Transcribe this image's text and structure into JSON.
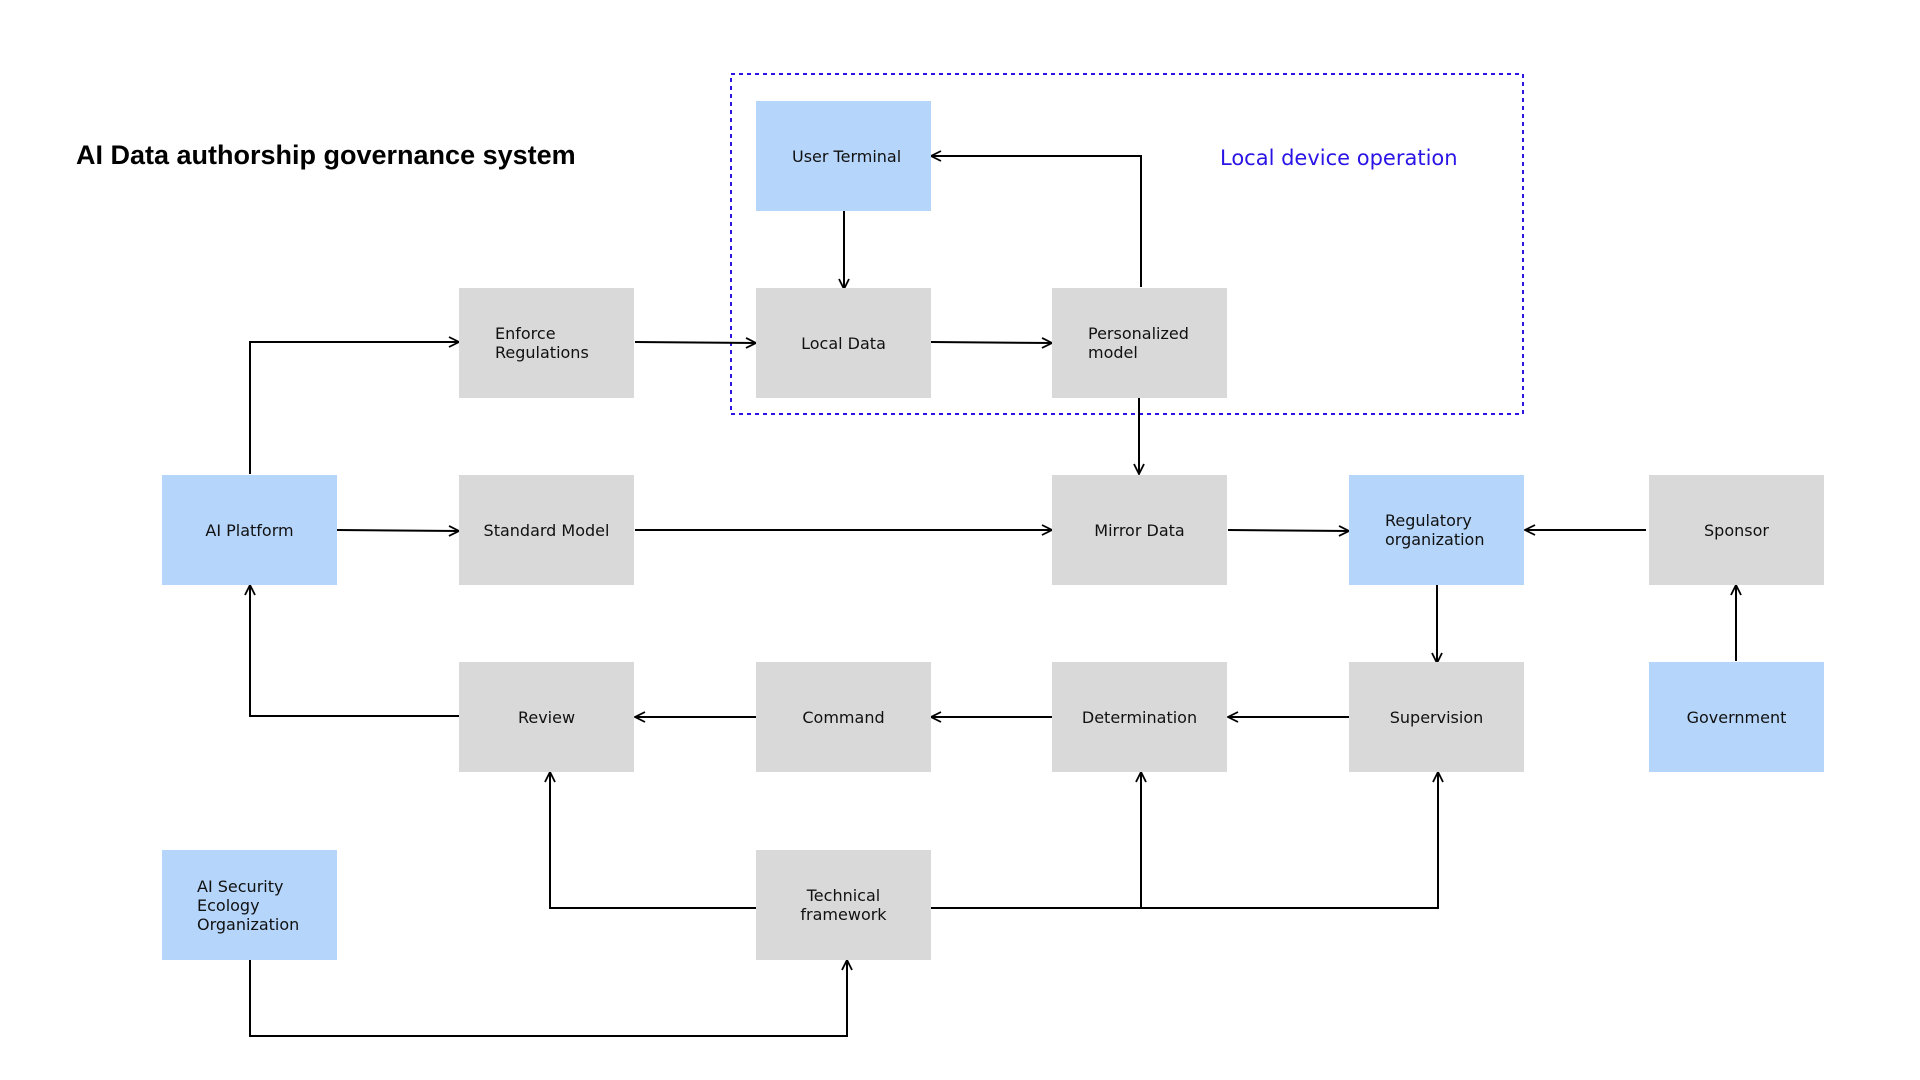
{
  "title": "AI Data authorship governance system",
  "region": {
    "label": "Local device operation",
    "color": "#2a14e6"
  },
  "colors": {
    "process_fill": "#d9d9d9",
    "entity_fill": "#b5d5fb",
    "line": "#000000"
  },
  "nodes": {
    "user_terminal": {
      "label": "User Terminal",
      "kind": "entity"
    },
    "local_data": {
      "label": "Local Data",
      "kind": "process"
    },
    "personalized_model": {
      "label": "Personalized\nmodel",
      "kind": "process"
    },
    "enforce_regulations": {
      "label": "Enforce\nRegulations",
      "kind": "process"
    },
    "ai_platform": {
      "label": "AI Platform",
      "kind": "entity"
    },
    "standard_model": {
      "label": "Standard Model",
      "kind": "process"
    },
    "mirror_data": {
      "label": "Mirror Data",
      "kind": "process"
    },
    "regulatory_organization": {
      "label": "Regulatory\norganization",
      "kind": "entity"
    },
    "sponsor": {
      "label": "Sponsor",
      "kind": "process"
    },
    "review": {
      "label": "Review",
      "kind": "process"
    },
    "command": {
      "label": "Command",
      "kind": "process"
    },
    "determination": {
      "label": "Determination",
      "kind": "process"
    },
    "supervision": {
      "label": "Supervision",
      "kind": "process"
    },
    "government": {
      "label": "Government",
      "kind": "entity"
    },
    "ai_security_ecology_organization": {
      "label": "AI Security\nEcology\nOrganization",
      "kind": "entity"
    },
    "technical_framework": {
      "label": "Technical\nframework",
      "kind": "process"
    }
  },
  "edges": [
    {
      "from": "user_terminal",
      "to": "local_data"
    },
    {
      "from": "personalized_model",
      "to": "user_terminal"
    },
    {
      "from": "local_data",
      "to": "personalized_model"
    },
    {
      "from": "enforce_regulations",
      "to": "local_data"
    },
    {
      "from": "ai_platform",
      "to": "enforce_regulations"
    },
    {
      "from": "ai_platform",
      "to": "standard_model"
    },
    {
      "from": "standard_model",
      "to": "mirror_data"
    },
    {
      "from": "personalized_model",
      "to": "mirror_data"
    },
    {
      "from": "mirror_data",
      "to": "regulatory_organization"
    },
    {
      "from": "sponsor",
      "to": "regulatory_organization"
    },
    {
      "from": "government",
      "to": "sponsor"
    },
    {
      "from": "regulatory_organization",
      "to": "supervision"
    },
    {
      "from": "supervision",
      "to": "determination"
    },
    {
      "from": "determination",
      "to": "command"
    },
    {
      "from": "command",
      "to": "review"
    },
    {
      "from": "review",
      "to": "ai_platform"
    },
    {
      "from": "technical_framework",
      "to": "review"
    },
    {
      "from": "technical_framework",
      "to": "determination"
    },
    {
      "from": "technical_framework",
      "to": "supervision"
    },
    {
      "from": "ai_security_ecology_organization",
      "to": "technical_framework"
    }
  ]
}
